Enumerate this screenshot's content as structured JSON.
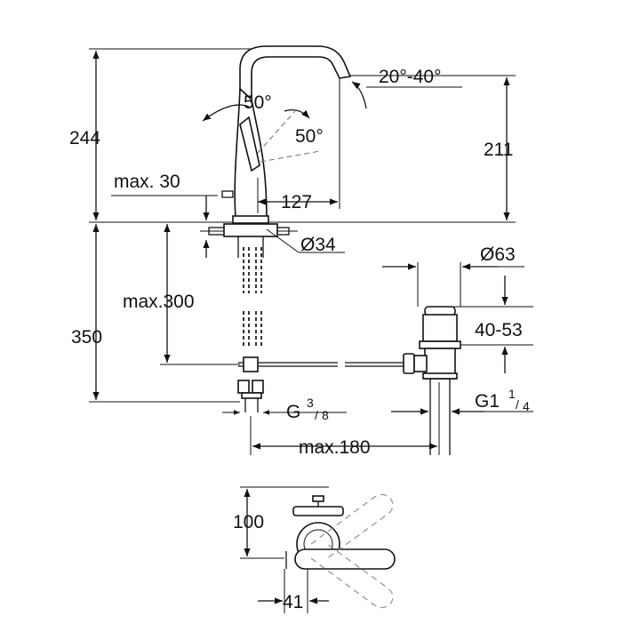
{
  "dimensions": {
    "height_total_top": "244",
    "height_spout": "211",
    "angle_spout": "20°-40°",
    "angle_handle_left": "50°",
    "angle_handle_right": "50°",
    "max_deck": "max. 30",
    "reach": "127",
    "hole_diameter": "Ø34",
    "drain_diameter": "Ø63",
    "max_hose": "max.300",
    "height_below": "350",
    "drain_range": "40-53",
    "thread_inlet_main": "G",
    "thread_inlet_num": "3",
    "thread_inlet_den": "8",
    "thread_drain_main": "G1",
    "thread_drain_num": "1",
    "thread_drain_den": "4",
    "max_pull_rod": "max.180",
    "handle_clearance": "100",
    "handle_offset": "41"
  }
}
